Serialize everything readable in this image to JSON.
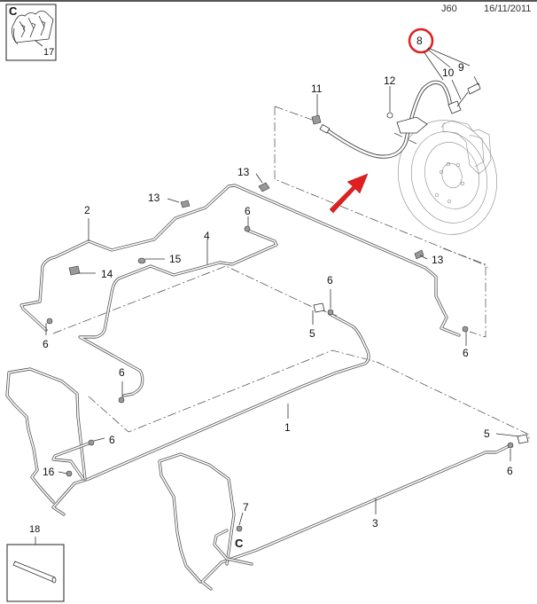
{
  "header": {
    "code": "J60",
    "date": "16/11/2011"
  },
  "insets": {
    "c": {
      "letter": "C",
      "part_number": "17"
    },
    "pin": {
      "part_number": "18"
    }
  },
  "highlight": {
    "callout": "8",
    "ring_color": "#e02020",
    "arrow_color": "#e02020"
  },
  "callouts": {
    "p1": "1",
    "p2": "2",
    "p3": "3",
    "p4": "4",
    "p5a": "5",
    "p5b": "5",
    "p6a": "6",
    "p6b": "6",
    "p6c": "6",
    "p6d": "6",
    "p6e": "6",
    "p6f": "6",
    "p7": "7",
    "p9": "9",
    "p10": "10",
    "p11": "11",
    "p12": "12",
    "p13a": "13",
    "p13b": "13",
    "p13c": "13",
    "p14": "14",
    "p15": "15",
    "p16": "16",
    "detail_ref": "C"
  }
}
